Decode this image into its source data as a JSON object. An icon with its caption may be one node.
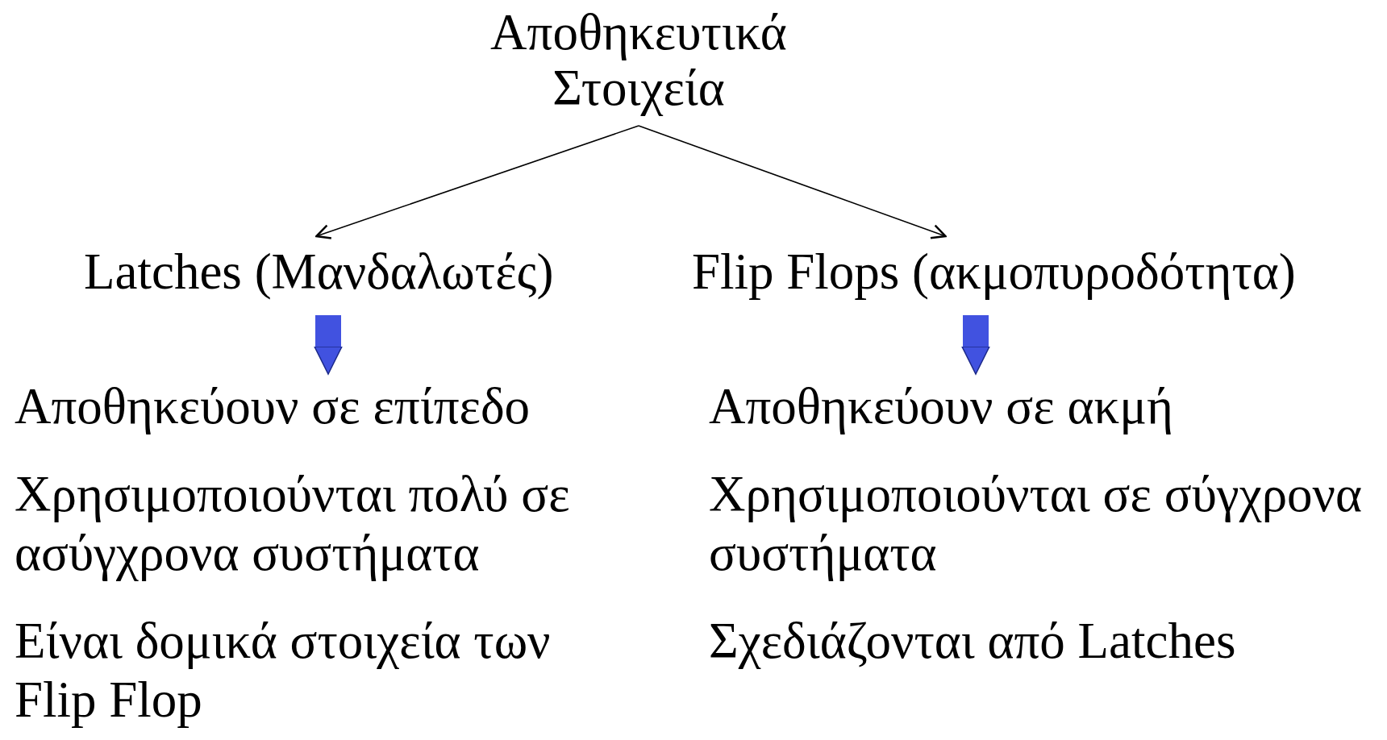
{
  "diagram": {
    "nodes": [
      {
        "text": [
          "Αποθηκευτικά Στοιχεία"
        ]
      },
      {
        "text": [
          "Latches (Μανδαλωτές)"
        ]
      },
      {
        "text": [
          "Flip Flops (ακμοπυροδότητα)"
        ]
      },
      {
        "text": [
          "Αποθηκεύουν σε επίπεδο",
          "Χρησιμοποιούνται πολύ σε ασύγχρονα συστήματα",
          "Είναι δομικά στοιχεία των Flip Flop"
        ]
      },
      {
        "text": [
          "Αποθηκεύουν σε ακμή",
          "Χρησιμοποιούνται σε σύγχρονα συστήματα",
          "Σχεδιάζονται από Latches"
        ]
      }
    ],
    "edges": [
      {
        "from": 0,
        "to": 1,
        "arrow": "to"
      },
      {
        "from": 0,
        "to": 2,
        "arrow": "to"
      },
      {
        "from": 1,
        "to": 3,
        "arrow": "to",
        "style": "thick",
        "color": "#4152e0"
      },
      {
        "from": 2,
        "to": 4,
        "arrow": "to",
        "style": "thick",
        "color": "#4152e0"
      }
    ]
  }
}
